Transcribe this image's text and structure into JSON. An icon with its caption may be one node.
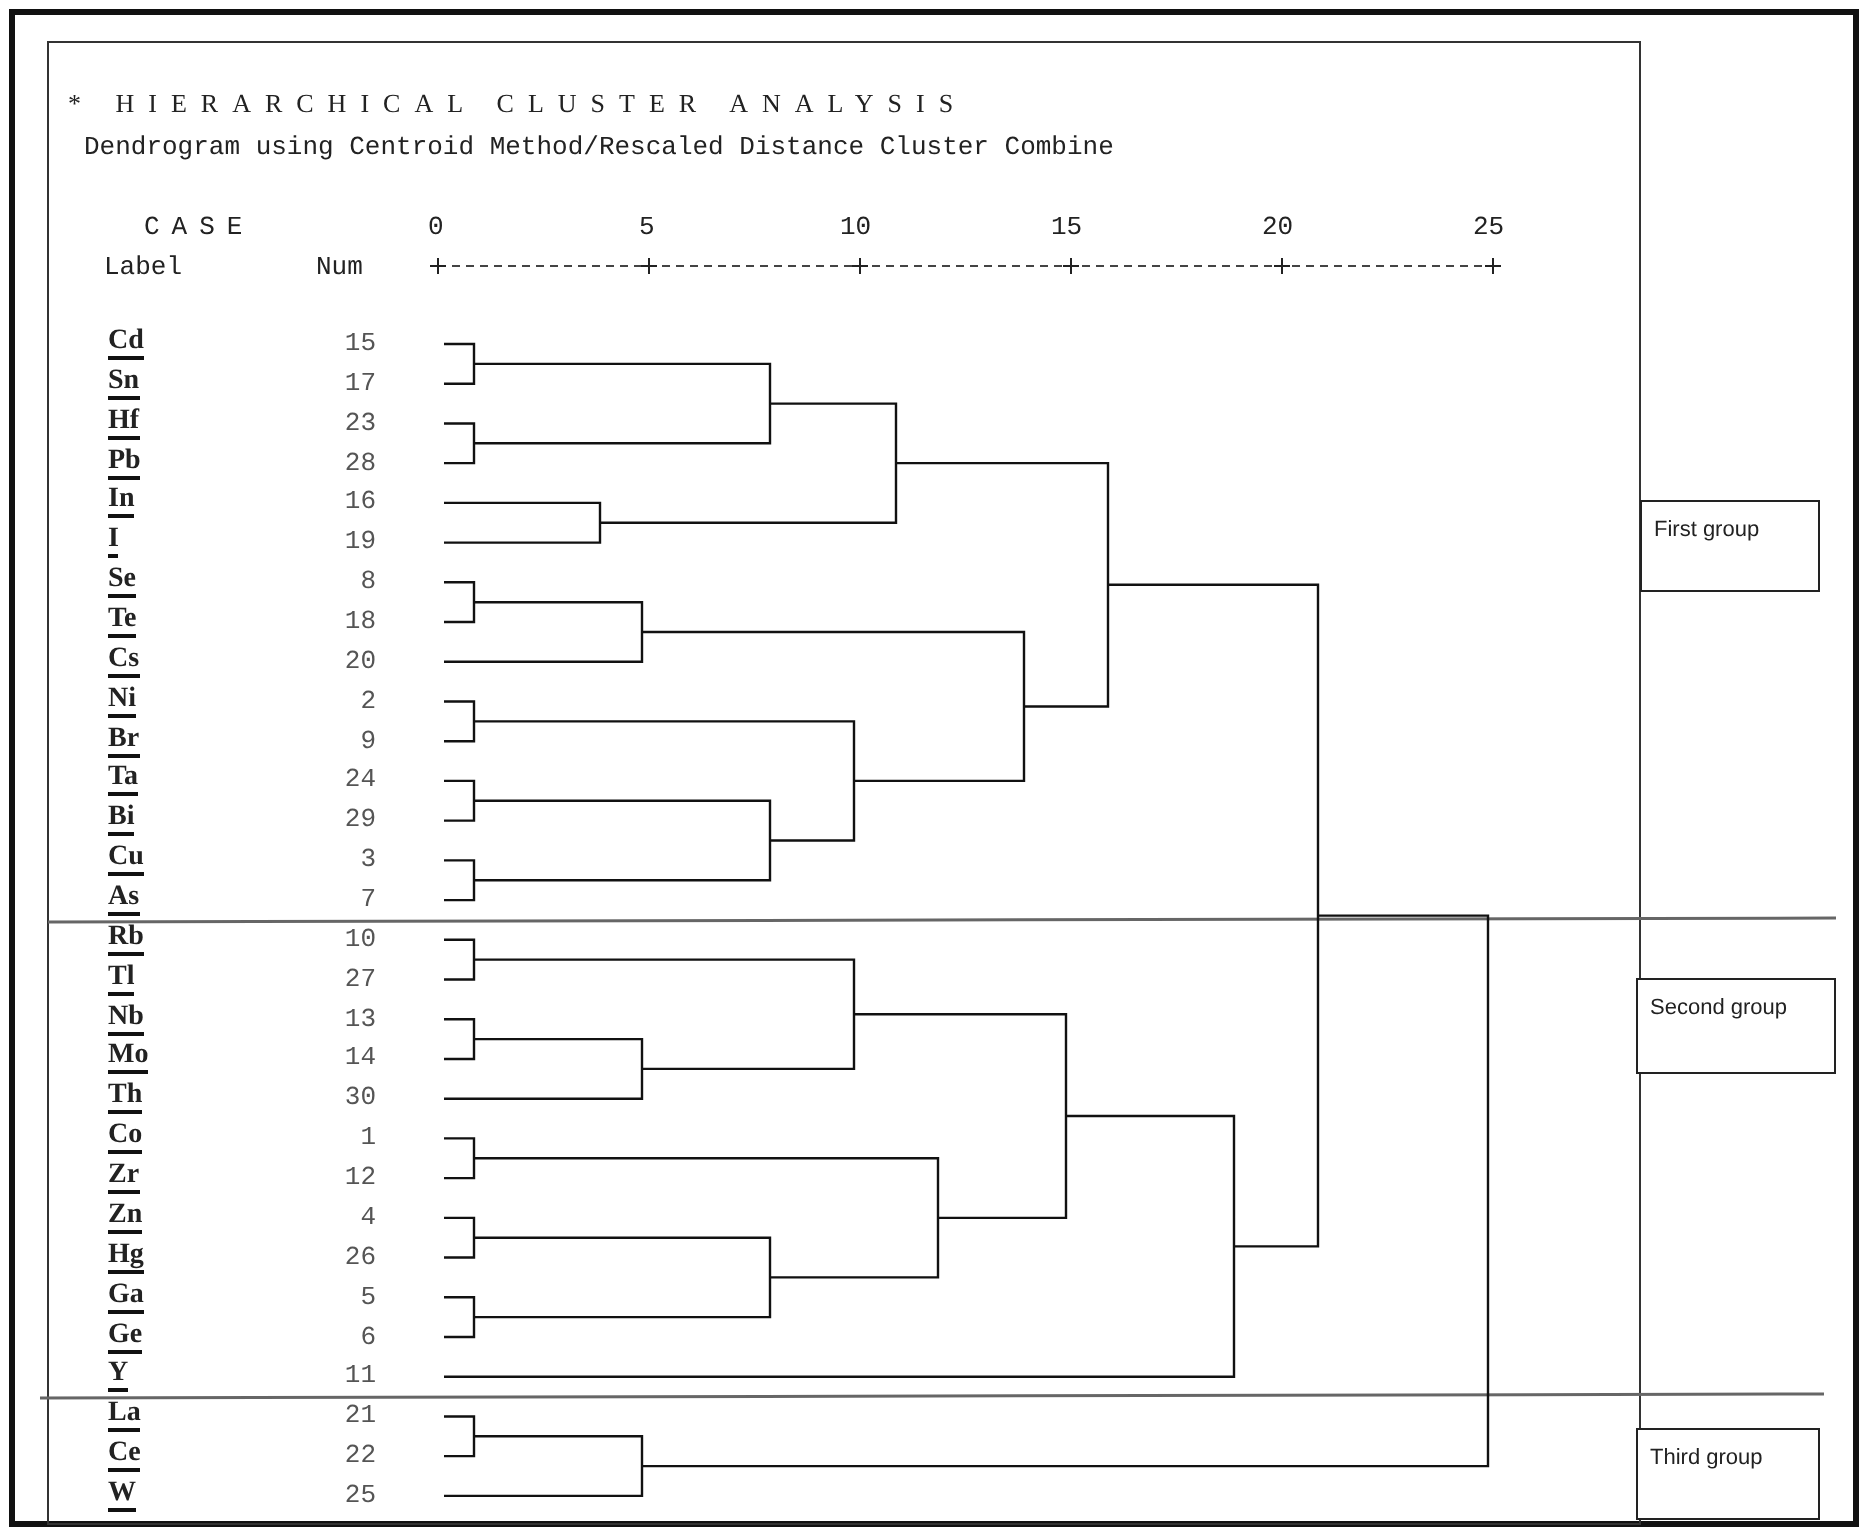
{
  "diagram": {
    "title": "* HIERARCHICAL CLUSTER ANALYSIS",
    "nodes": [
      {
        "text": [
          "First group"
        ]
      },
      {
        "text": [
          "Second group"
        ]
      },
      {
        "text": [
          "Third group"
        ]
      }
    ],
    "labels": [
      "Dendrogram using Centroid Method/Rescaled Distance Cluster Combine",
      "CASE",
      "0",
      "5",
      "10",
      "15",
      "20",
      "25",
      "Label",
      "Num",
      "Cd",
      "15",
      "Sn",
      "17",
      "Hf",
      "23",
      "Pb",
      "28",
      "In",
      "16",
      "I",
      "19",
      "Se",
      "8",
      "Te",
      "18",
      "Cs",
      "20",
      "Ni",
      "2",
      "Br",
      "9",
      "Ta",
      "24",
      "Bi",
      "29",
      "Cu",
      "3",
      "As",
      "7",
      "Rb",
      "10",
      "Tl",
      "27",
      "Nb",
      "13",
      "Mo",
      "14",
      "Th",
      "30",
      "Co",
      "1",
      "Zr",
      "12",
      "Zn",
      "4",
      "Hg",
      "26",
      "Ga",
      "5",
      "Ge",
      "6",
      "Y",
      "11",
      "La",
      "21",
      "Ce",
      "22",
      "W",
      "25"
    ]
  }
}
